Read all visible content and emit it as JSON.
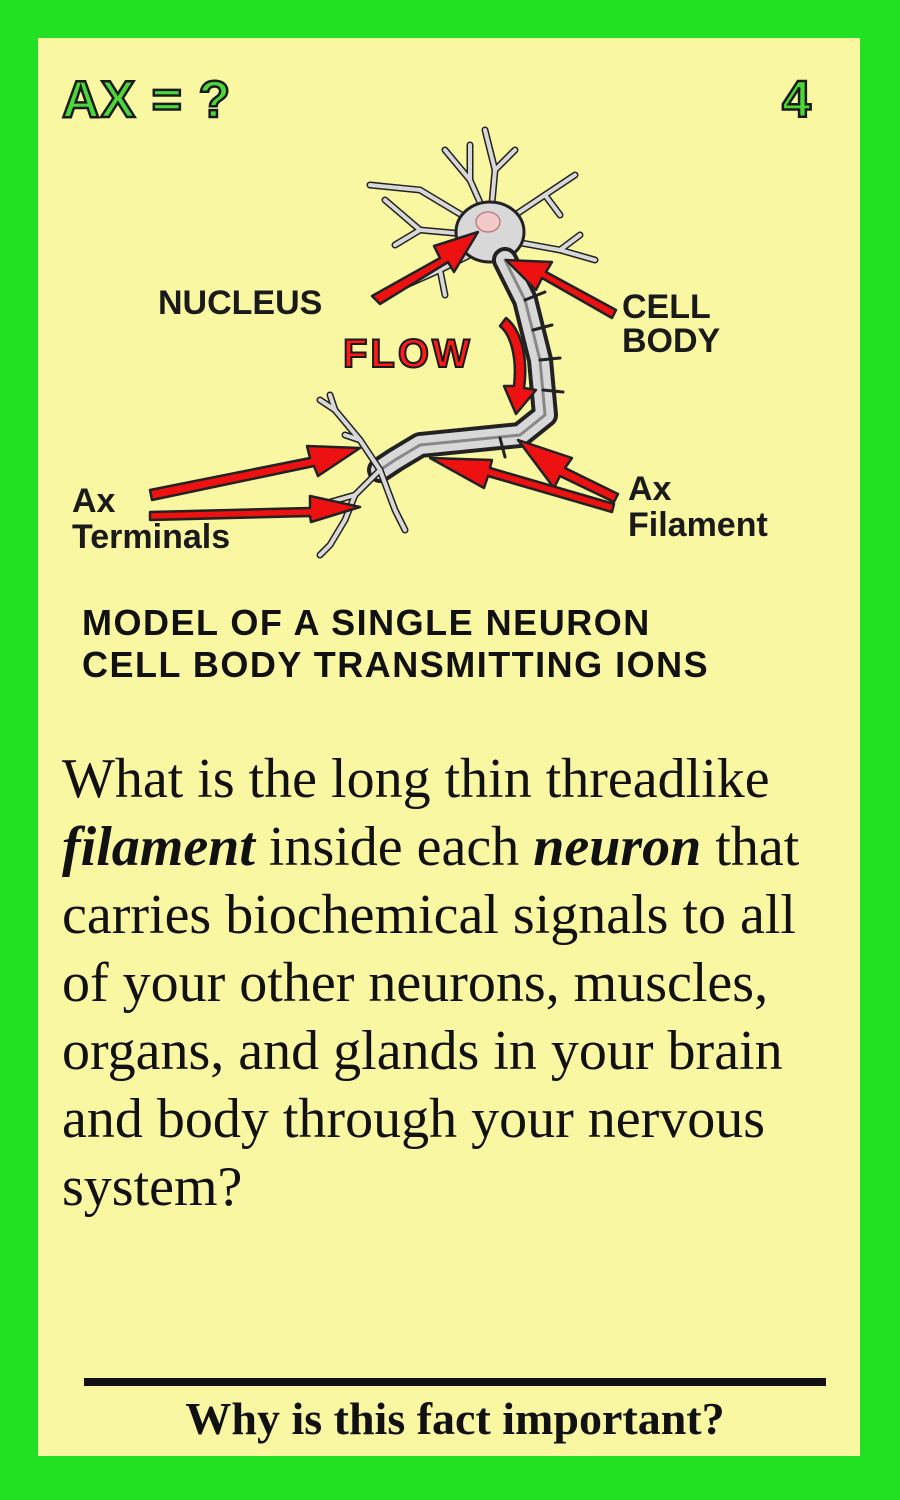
{
  "card": {
    "title": "AX = ?",
    "number": "4"
  },
  "diagram": {
    "labels": {
      "nucleus": "NUCLEUS",
      "cell_body_line1": "CELL",
      "cell_body_line2": "BODY",
      "flow": "FLOW",
      "terminals_line1": "Ax",
      "terminals_line2": "Terminals",
      "filament_line1": "Ax",
      "filament_line2": "Filament"
    },
    "caption_line1": "MODEL OF A SINGLE NEURON",
    "caption_line2": "CELL BODY TRANSMITTING IONS"
  },
  "question": {
    "part1": "What is the long thin threadlike ",
    "emph1": "filament",
    "part2": " inside each ",
    "emph2": "neuron",
    "part3": " that carries biochemical signals to all of your other neurons, muscles, organs, and glands in your brain and body through your nervous system?"
  },
  "footer": {
    "prompt": "Why is this fact important?"
  },
  "colors": {
    "border": "#22e022",
    "card": "#f9f7a1",
    "title_fill": "#4bd63a",
    "arrow": "#ee1111"
  }
}
